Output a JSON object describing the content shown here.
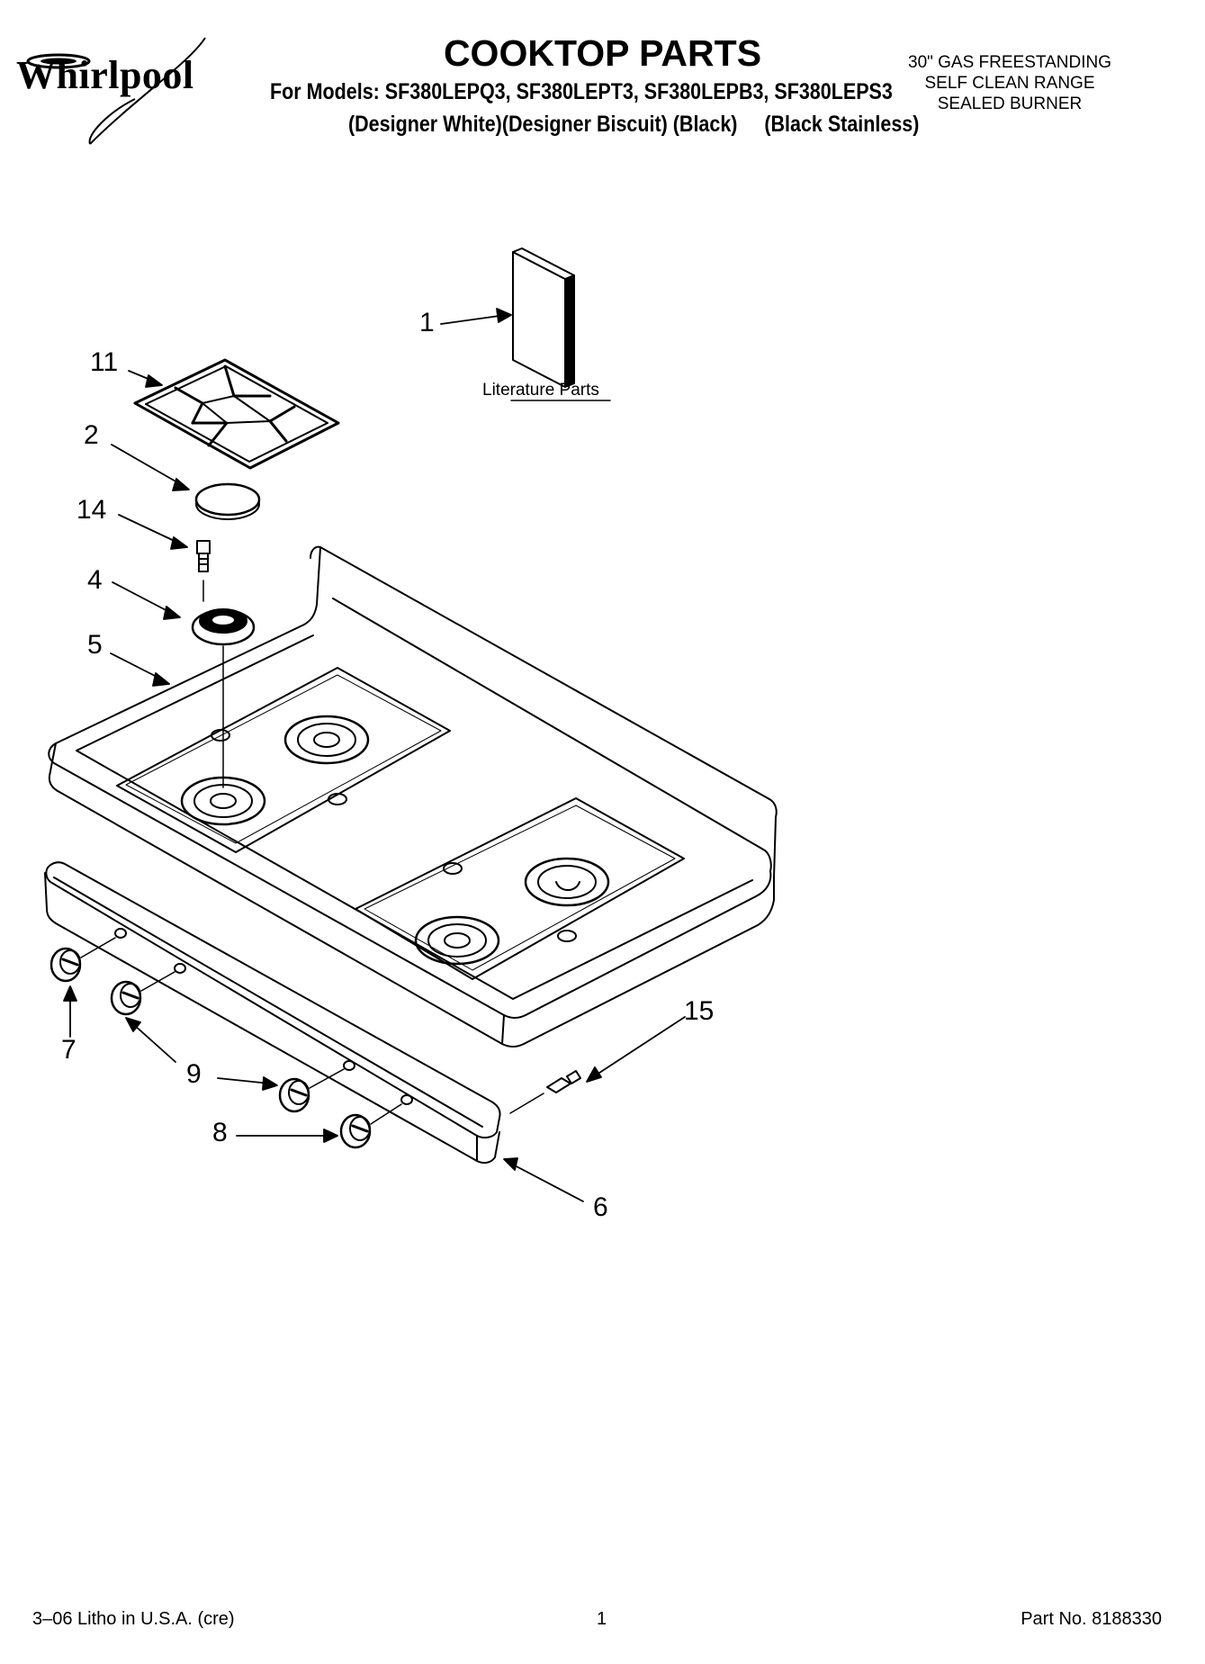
{
  "header": {
    "brand": "Whirlpool",
    "title": "COOKTOP PARTS",
    "models": "For Models: SF380LEPQ3, SF380LEPT3, SF380LEPB3, SF380LEPS3",
    "finishes": "(Designer White)(Designer Biscuit) (Black)     (Black Stainless)",
    "spec_lines": [
      "30\" GAS FREESTANDING",
      "SELF CLEAN RANGE",
      "SEALED BURNER"
    ]
  },
  "diagram": {
    "callouts": [
      "1",
      "11",
      "2",
      "14",
      "4",
      "5",
      "7",
      "9",
      "9",
      "8",
      "15",
      "6"
    ],
    "literature_label": "Literature Parts"
  },
  "footer": {
    "left": "3–06 Litho in U.S.A. (cre)",
    "center": "1",
    "right": "Part No. 8188330"
  }
}
